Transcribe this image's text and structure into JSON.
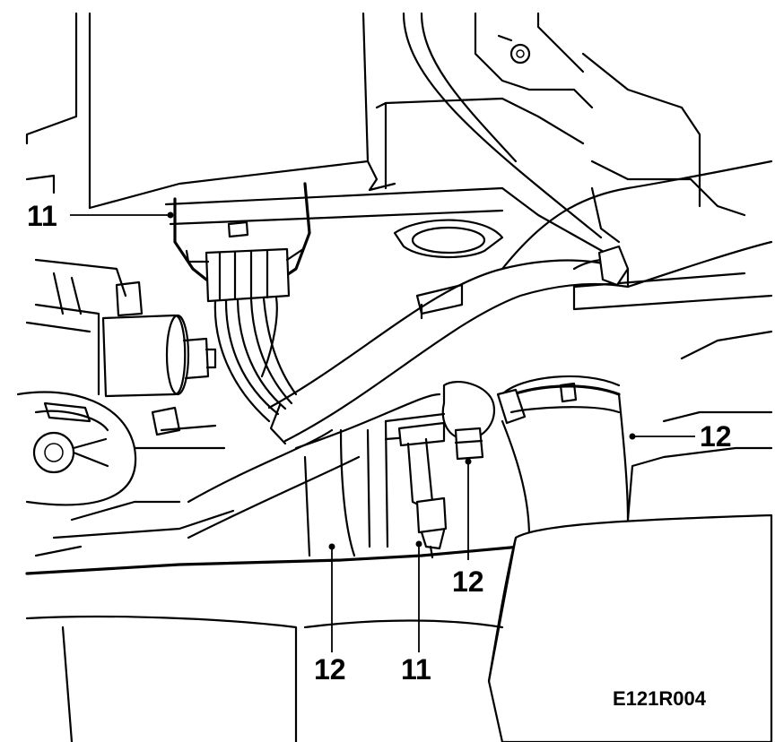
{
  "figure": {
    "id_code": "E121R004"
  },
  "callouts": [
    {
      "id": "c1",
      "text": "11"
    },
    {
      "id": "c2",
      "text": "12"
    },
    {
      "id": "c3",
      "text": "12"
    },
    {
      "id": "c4",
      "text": "12"
    },
    {
      "id": "c5",
      "text": "11"
    }
  ]
}
